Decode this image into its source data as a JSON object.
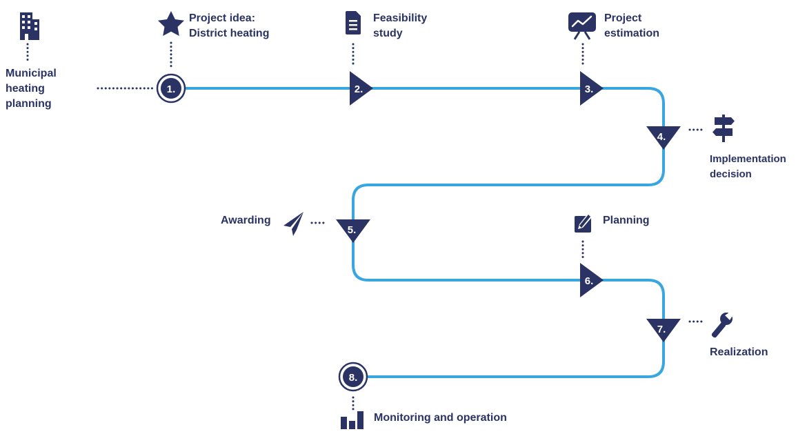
{
  "diagram": {
    "colors": {
      "path": "#3aa6e0",
      "navy": "#2a3363",
      "white": "#ffffff"
    },
    "stages": [
      {
        "number": "1.",
        "marker": "double-circle",
        "label_lines": [
          "Project idea:",
          "District heating"
        ],
        "icon": "star-icon"
      },
      {
        "number": "2.",
        "marker": "triangle-right",
        "label_lines": [
          "Feasibility",
          "study"
        ],
        "icon": "document-icon"
      },
      {
        "number": "3.",
        "marker": "triangle-right",
        "label_lines": [
          "Project",
          "estimation"
        ],
        "icon": "presentation-chart-icon"
      },
      {
        "number": "4.",
        "marker": "triangle-down",
        "label_lines": [
          "Implementation",
          "decision"
        ],
        "icon": "signpost-icon"
      },
      {
        "number": "5.",
        "marker": "triangle-down",
        "label_lines": [
          "Awarding"
        ],
        "icon": "paper-plane-icon"
      },
      {
        "number": "6.",
        "marker": "triangle-right",
        "label_lines": [
          "Planning"
        ],
        "icon": "pen-icon"
      },
      {
        "number": "7.",
        "marker": "triangle-down",
        "label_lines": [
          "Realization"
        ],
        "icon": "wrench-icon"
      },
      {
        "number": "8.",
        "marker": "double-circle",
        "label_lines": [
          "Monitoring and operation"
        ],
        "icon": "bar-chart-icon"
      }
    ],
    "origin": {
      "label_lines": [
        "Municipal",
        "heating",
        "planning"
      ],
      "icon": "building-icon"
    }
  }
}
